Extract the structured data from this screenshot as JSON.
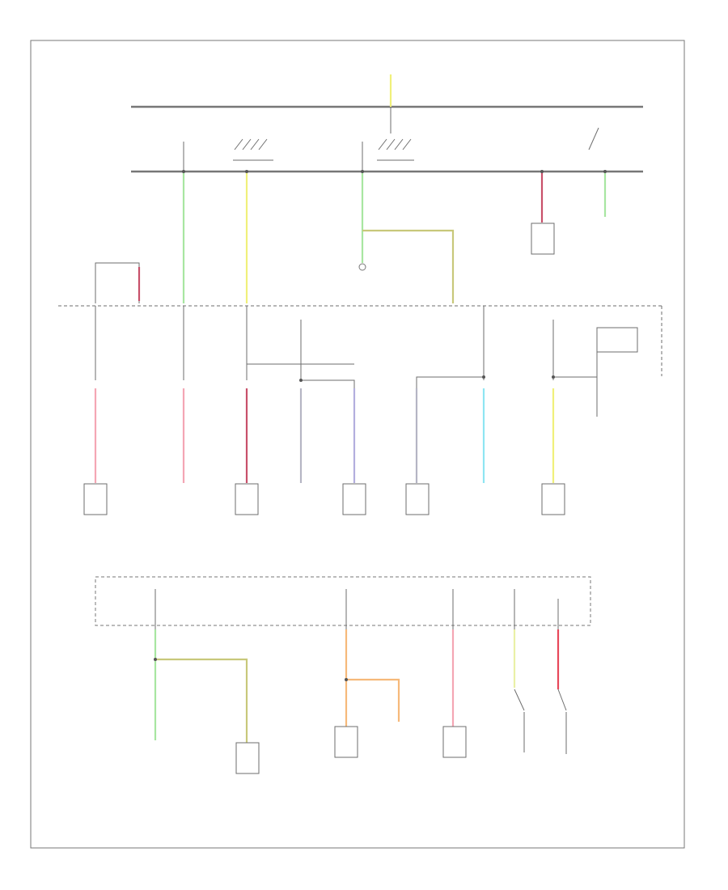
{
  "diagram": {
    "footer_code": "",
    "top_note": "",
    "right_note": "",
    "mid_note": "",
    "wire_colors": {
      "green": "#a8e6a1",
      "yellow": "#f0f07a",
      "pink": "#f4a6b4",
      "red": "#e8485a",
      "crimson": "#c8506a",
      "lavender": "#b3aede",
      "cyan": "#8ee6f2",
      "orange": "#f6b97a",
      "olive": "#c8c87a",
      "lightyellow": "#eaf0a6",
      "gray": "#9a9a9a"
    },
    "components": [
      {
        "name": "comp-1",
        "label": ""
      },
      {
        "name": "comp-2",
        "label": ""
      },
      {
        "name": "comp-3",
        "label": ""
      },
      {
        "name": "comp-4",
        "label": ""
      },
      {
        "name": "comp-5",
        "label": ""
      },
      {
        "name": "comp-6",
        "label": ""
      },
      {
        "name": "comp-7",
        "label": ""
      },
      {
        "name": "comp-8",
        "label": ""
      }
    ]
  }
}
